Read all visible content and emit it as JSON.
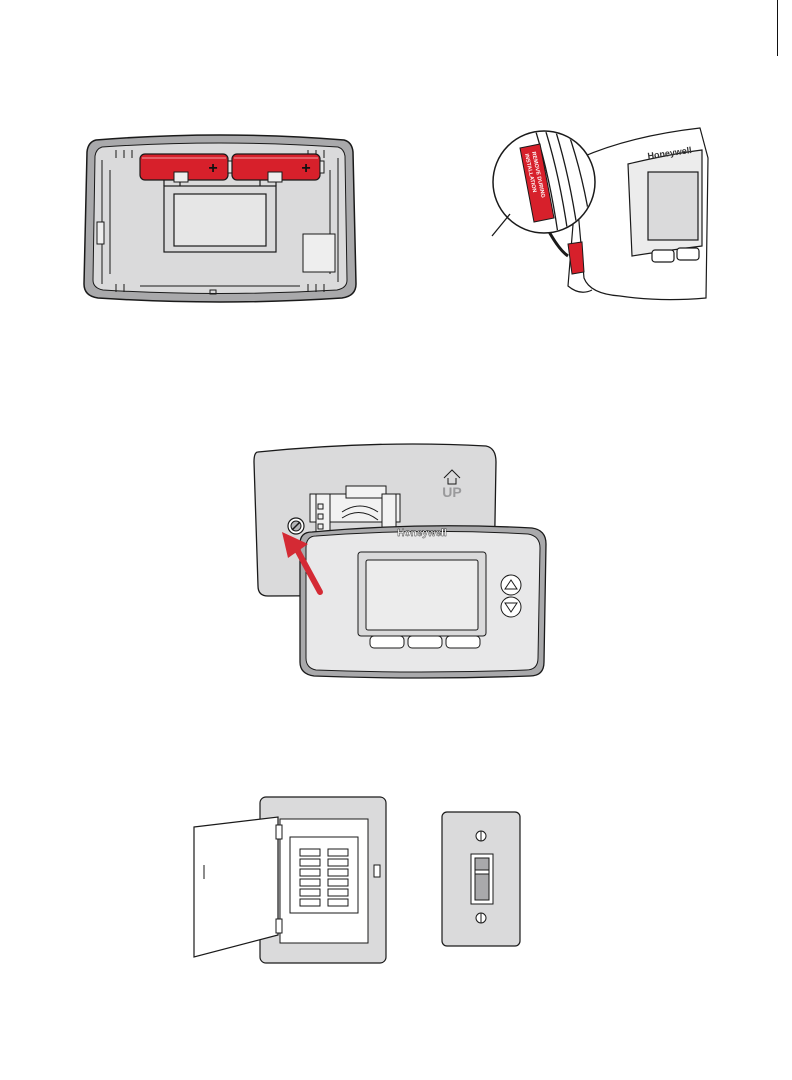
{
  "figure1": {
    "battery_polarity_left": "+",
    "battery_polarity_right": "+"
  },
  "figure2": {
    "brand": "Honeywell",
    "tab_line1": "REMOVE DURING",
    "tab_line2": "INSTALLATION"
  },
  "figure3": {
    "brand": "Honeywell",
    "up_label": "UP"
  },
  "colors": {
    "battery_red": "#d7202b",
    "arrow_red": "#d42a34",
    "plate_gray": "#dadadb",
    "line": "#1a1a1a"
  }
}
